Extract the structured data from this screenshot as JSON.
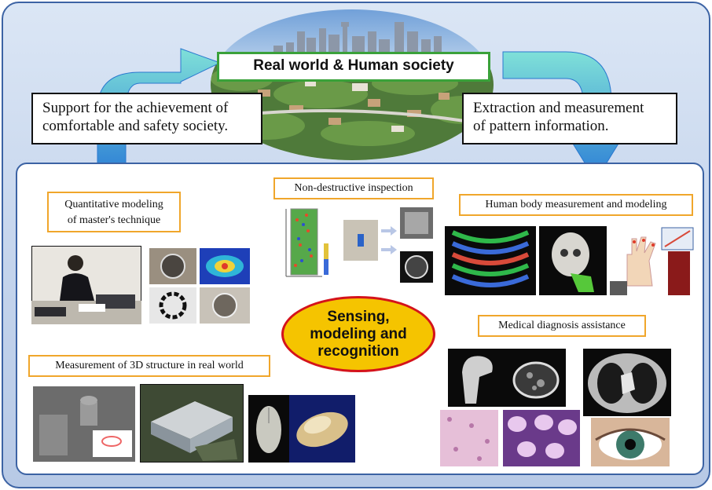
{
  "top_label": "Real world & Human society",
  "left_box": [
    "Support for the achievement of",
    "comfortable and safety society."
  ],
  "right_box": [
    "Extraction and measurement",
    "of pattern information."
  ],
  "center": [
    "Sensing,",
    "modeling and",
    "recognition"
  ],
  "sections": {
    "quantitative": [
      "Quantitative modeling",
      "of master's technique"
    ],
    "nondestructive": "Non-destructive inspection",
    "human_body": "Human body measurement and modeling",
    "measurement3d": "Measurement of 3D structure in real world",
    "medical": "Medical diagnosis assistance"
  },
  "colors": {
    "frame": "#3c63a4",
    "arrow_top": "#7fe0d8",
    "arrow_bottom": "#2c7ed6",
    "label_border": "#f0a62b",
    "ellipse_fill": "#f5c400",
    "ellipse_border": "#d4131b",
    "top_label_border": "#3aa13a"
  }
}
